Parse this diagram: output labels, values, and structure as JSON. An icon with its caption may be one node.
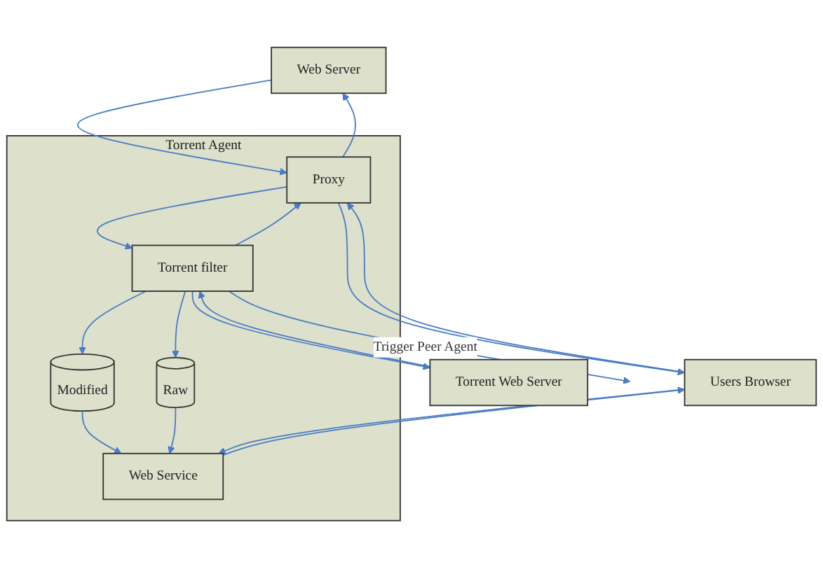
{
  "diagram": {
    "nodes": [
      {
        "text": [
          "Web Server"
        ]
      },
      {
        "text": [
          "Torrent Web Server"
        ]
      },
      {
        "text": [
          "Users Browser"
        ]
      },
      {
        "text": [
          "Torrent Agent"
        ]
      },
      {
        "text": [
          "Proxy"
        ],
        "in": 3
      },
      {
        "text": [
          "Torrent filter"
        ],
        "in": 3
      },
      {
        "text": [
          "Modified"
        ],
        "in": 3
      },
      {
        "text": [
          "Raw"
        ],
        "in": 3
      },
      {
        "text": [
          "Web Service"
        ],
        "in": 3
      }
    ],
    "edges": [
      {
        "from": 4,
        "to": 0,
        "arrow": "to"
      },
      {
        "from": 0,
        "to": 4,
        "arrow": "to"
      },
      {
        "from": 5,
        "to": 1,
        "arrow": "to"
      },
      {
        "from": 1,
        "to": 5,
        "arrow": "to"
      },
      {
        "from": 2,
        "to": 4,
        "arrow": "to"
      },
      {
        "from": 4,
        "to": 2,
        "arrow": "to"
      },
      {
        "from": 4,
        "to": 5,
        "arrow": "to"
      },
      {
        "from": 5,
        "to": 4,
        "arrow": "to"
      },
      {
        "from": 5,
        "to": null,
        "arrow": "to",
        "label": "Trigger Peer Agent"
      },
      {
        "from": 5,
        "to": 6,
        "arrow": "to"
      },
      {
        "from": 5,
        "to": 7,
        "arrow": "to"
      },
      {
        "from": 6,
        "to": 8,
        "arrow": "to"
      },
      {
        "from": 7,
        "to": 8,
        "arrow": "to"
      },
      {
        "from": 2,
        "to": 8,
        "arrow": "to"
      },
      {
        "from": 8,
        "to": 2,
        "arrow": "to"
      }
    ]
  }
}
